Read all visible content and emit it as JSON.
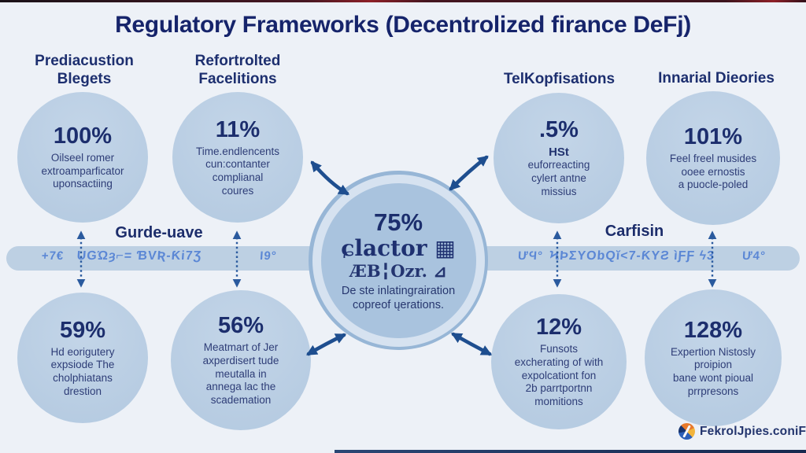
{
  "title": "Regulatory Frameworks (Decentrolized firance DeFj)",
  "headers": [
    {
      "lines": [
        "Prediacustion",
        "Blegets"
      ]
    },
    {
      "lines": [
        "Refortrolted",
        "Facelitions"
      ]
    },
    {
      "lines": [
        "TelKopfisations"
      ]
    },
    {
      "lines": [
        "Innarial Dieories"
      ]
    }
  ],
  "circles": [
    {
      "value": "100%",
      "lines": [
        "Oilseel romer",
        "extroamparficator",
        "uponsactiing"
      ]
    },
    {
      "value": "11%",
      "lines": [
        "Time.endlencents",
        "cun:contanter",
        "complianal",
        "coures"
      ]
    },
    {
      "value": ".5%",
      "bold": "HSt",
      "lines": [
        "euforreacting",
        "cylert antne",
        "missius"
      ]
    },
    {
      "value": "101%",
      "lines": [
        "Feel freel musides",
        "ooee ernostis",
        "a puocle-poled"
      ]
    },
    {
      "value": "59%",
      "lines": [
        "Hd eorigutery",
        "expsiode The",
        "cholphiatans",
        "drestion"
      ]
    },
    {
      "value": "56%",
      "lines": [
        "Meatmart of Jer",
        "axperdisert tude",
        "meutalla in",
        "annega lac the",
        "scademation"
      ]
    },
    {
      "value": "12%",
      "lines": [
        "Funsots",
        "excherating of with",
        "expolcationt fon",
        "2b parrtportnn",
        "momitions"
      ]
    },
    {
      "value": "128%",
      "lines": [
        "Expertion Nistosly",
        "proipion",
        "bane wont pioual",
        "prrpresons"
      ]
    }
  ],
  "center": {
    "value": "75%",
    "glyph_line_1": "ɕlactor ▦",
    "glyph_line_2": "ÆB╏Ozr. ⊿",
    "lines": [
      "De ste inlatingrairation",
      "copreof ųerations."
    ]
  },
  "band": {
    "left_label": "Gurde-uave",
    "right_label": "Carfisin",
    "glyphs": [
      "+7€",
      "UGΏȝ⌐= ƁVƦ-Ƙi7Ʒ",
      "Ɩ9°",
      "ƯϤ°",
      "ϞϷΣYObQĭ<7-ƘYƧ ìƑƑ ϟ3",
      "Ư4°"
    ]
  },
  "footer": {
    "brand": "FekrolJpies.coniF",
    "logo": "swirl-globe-icon"
  },
  "colors": {
    "accent_navy": "#1c2e6d",
    "circle_fill": "#b7cce2",
    "band_fill": "#bdd0e3",
    "band_text": "#5b87d5",
    "arrow": "#1e4e8f"
  }
}
